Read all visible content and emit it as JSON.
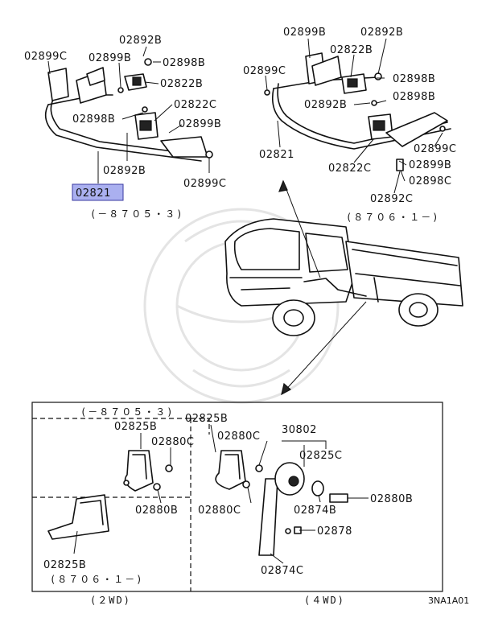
{
  "diagram": {
    "drawing_code": "3NA1A01",
    "highlighted_part": "02821",
    "top_left": {
      "range": "(－８７０５・３)",
      "labels": [
        "02899C",
        "02892B",
        "02899B",
        "02898B",
        "02822B",
        "02898B",
        "02822C",
        "02899B",
        "02892B",
        "02899C"
      ]
    },
    "top_right": {
      "range": "(８７０６・１－)",
      "labels": [
        "02899B",
        "02892B",
        "02822B",
        "02899C",
        "02898B",
        "02892B",
        "02898B",
        "02821",
        "02822C",
        "02899C",
        "02899B",
        "02898C",
        "02892C"
      ]
    },
    "bottom": {
      "left_range_top": "(－８７０５・３)",
      "left_range_bottom": "(８７０６・１－)",
      "label_2wd": "(２WD)",
      "label_4wd": "(４WD)",
      "labels": [
        "02825B",
        "02880C",
        "02880B",
        "02825B",
        "02825B",
        "02880C",
        "02880C",
        "30802",
        "02825C",
        "02874B",
        "02880B",
        "02878",
        "02874C"
      ]
    }
  }
}
